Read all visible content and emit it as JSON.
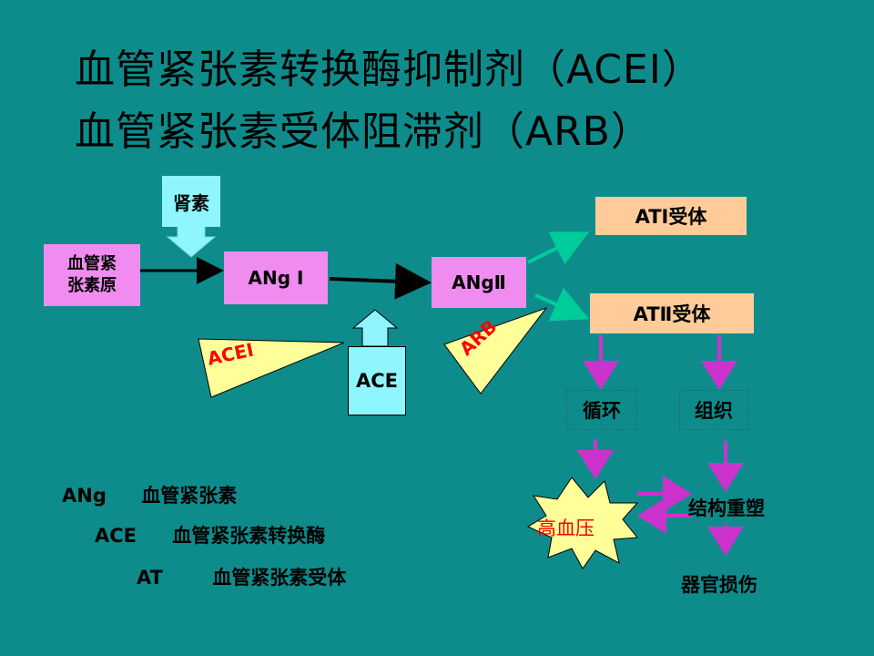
{
  "title": {
    "line1": "血管紧张素转换酶抑制剂（ACEI）",
    "line2": "血管紧张素受体阻滞剂（ARB）"
  },
  "diagram": {
    "angiotensinogen": "血管紧\n张素原",
    "renin": "肾素",
    "ang1": "ANg Ⅰ",
    "ang2": "ANgⅡ",
    "ace": "ACE",
    "acei": "ACEI",
    "arb": "ARB",
    "at1_receptor": "ATⅠ受体",
    "at2_receptor": "ATⅡ受体",
    "circulation": "循环",
    "tissue": "组织",
    "hypertension": "高血压",
    "remodeling": "结构重塑",
    "organ_damage": "器官损伤"
  },
  "legend": [
    {
      "term": "ANg",
      "meaning": "血管紧张素"
    },
    {
      "term": "ACE",
      "meaning": "血管紧张素转换酶"
    },
    {
      "term": "AT",
      "meaning": "血管紧张素受体"
    }
  ],
  "colors": {
    "background": "#0e8c8c",
    "box_pink": "#f08cf0",
    "box_peach": "#ffcc99",
    "box_cyan": "#8ff5ff",
    "inhibitor_yellow": "#ffff99",
    "inhibitor_text": "#ff0000",
    "arrow_green": "#00cc99",
    "arrow_magenta": "#cc33cc"
  }
}
